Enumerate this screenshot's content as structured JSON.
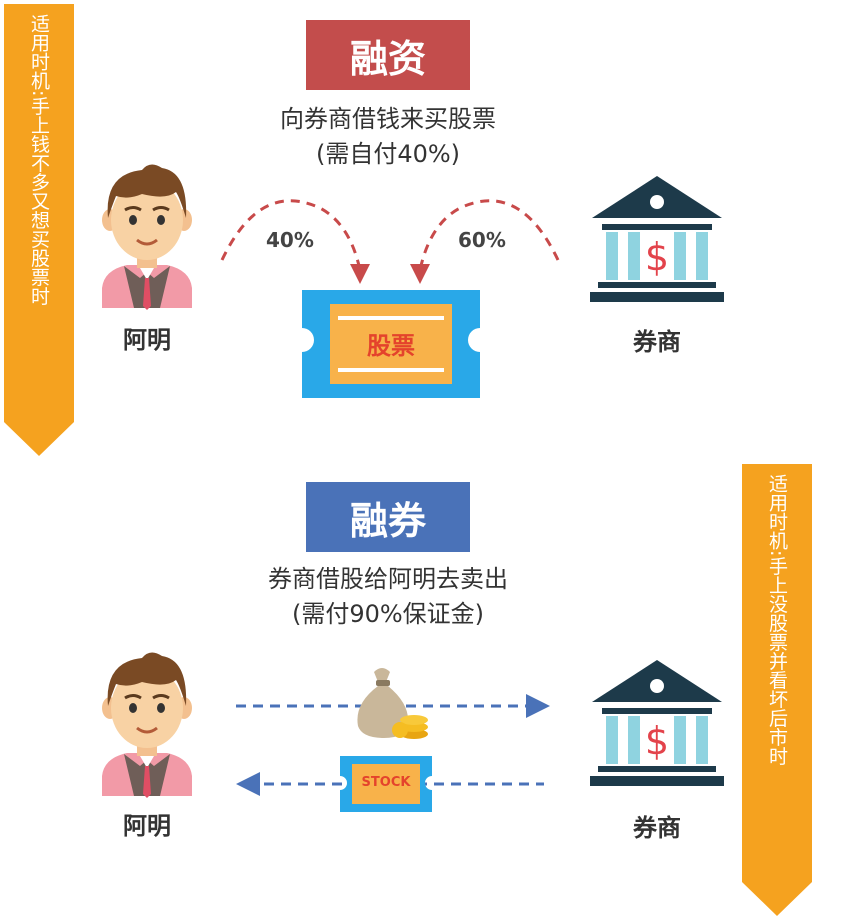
{
  "left_banner": {
    "text": "适用时机:手上钱不多又想买股票时",
    "color": "#f5a21f"
  },
  "right_banner": {
    "text": "适用时机:手上没股票并看坏后市时",
    "color": "#f5a21f"
  },
  "margin_financing": {
    "title": "融资",
    "title_color": "#c34d4c",
    "desc_line1": "向券商借钱来买股票",
    "desc_line2": "(需自付40%)",
    "person_label": "阿明",
    "broker_label": "券商",
    "left_pct": "40%",
    "right_pct": "60%",
    "ticket_label": "股票"
  },
  "securities_lending": {
    "title": "融券",
    "title_color": "#4a72b8",
    "desc_line1": "券商借股给阿明去卖出",
    "desc_line2": "(需付90%保证金)",
    "person_label": "阿明",
    "broker_label": "券商",
    "ticket_label": "STOCK"
  },
  "icons": [
    "person-icon",
    "bank-icon",
    "stock-ticket-icon",
    "money-bag-icon",
    "coins-icon"
  ]
}
